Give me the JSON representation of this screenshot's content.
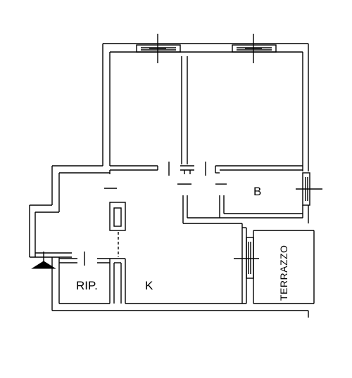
{
  "floor_plan": {
    "rooms": {
      "bathroom": {
        "label": "B"
      },
      "kitchen": {
        "label": "K"
      },
      "storage": {
        "label": "RIP."
      },
      "terrace": {
        "label": "TERRAZZO"
      }
    },
    "entrance_marker": "entrance-arrow-icon",
    "line_color": "#000000",
    "background_color": "#ffffff"
  }
}
